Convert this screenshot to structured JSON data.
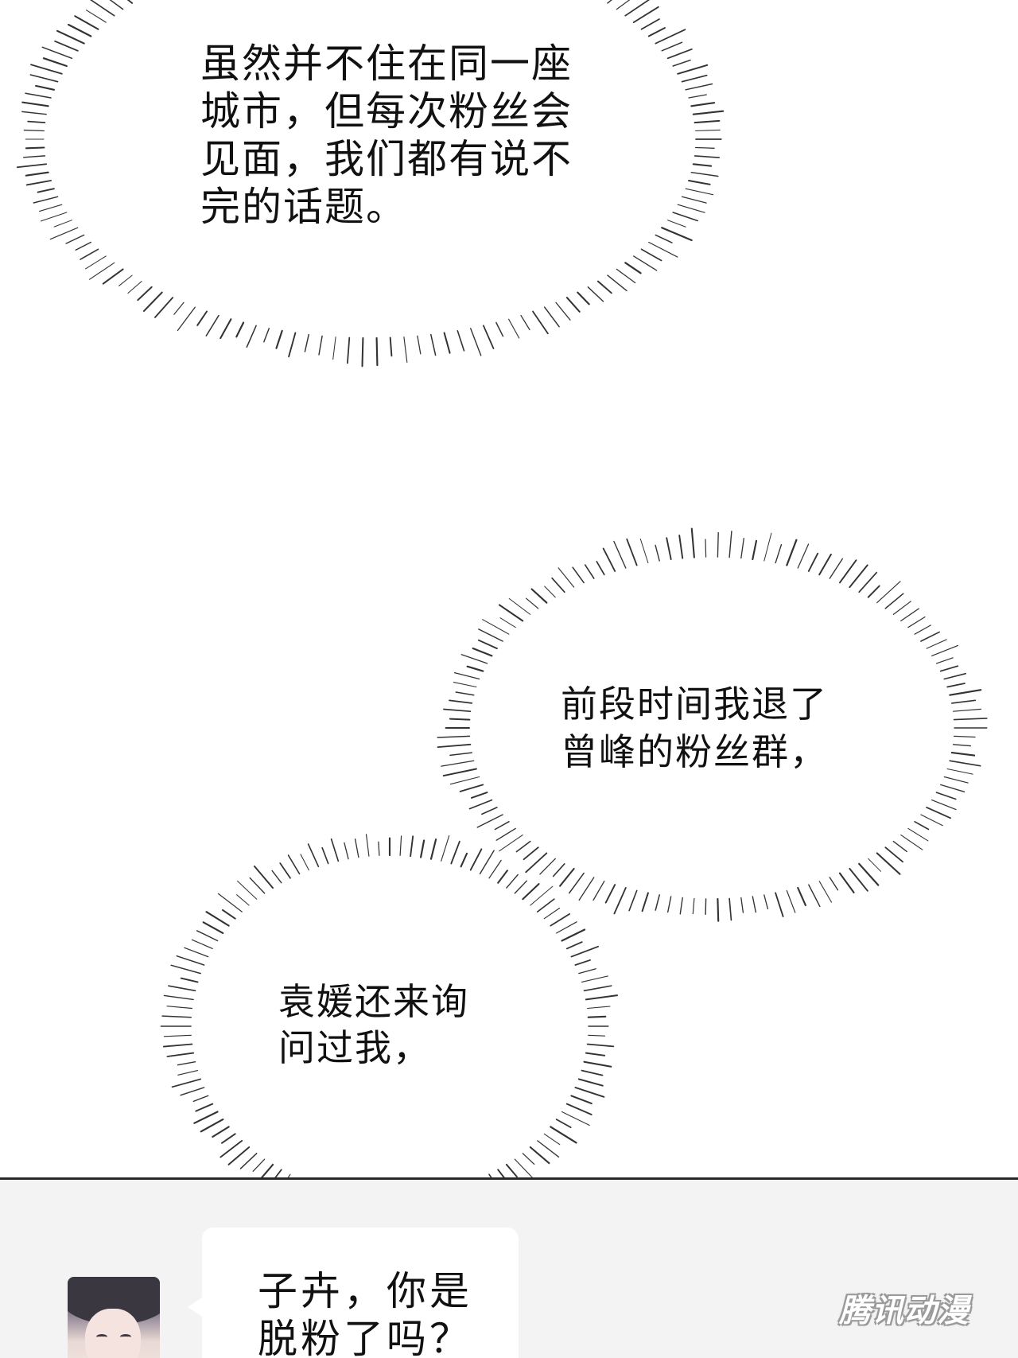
{
  "bubbles": [
    {
      "text": "虽然并不住在同一座\n城市，但每次粉丝会\n见面，我们都有说不\n完的话题。"
    },
    {
      "text": "前段时间我退了\n曾峰的粉丝群，"
    },
    {
      "text": "袁媛还来询\n问过我，"
    }
  ],
  "chat": {
    "message": "子卉，你是\n脱粉了吗？"
  },
  "watermark": "腾讯动漫"
}
